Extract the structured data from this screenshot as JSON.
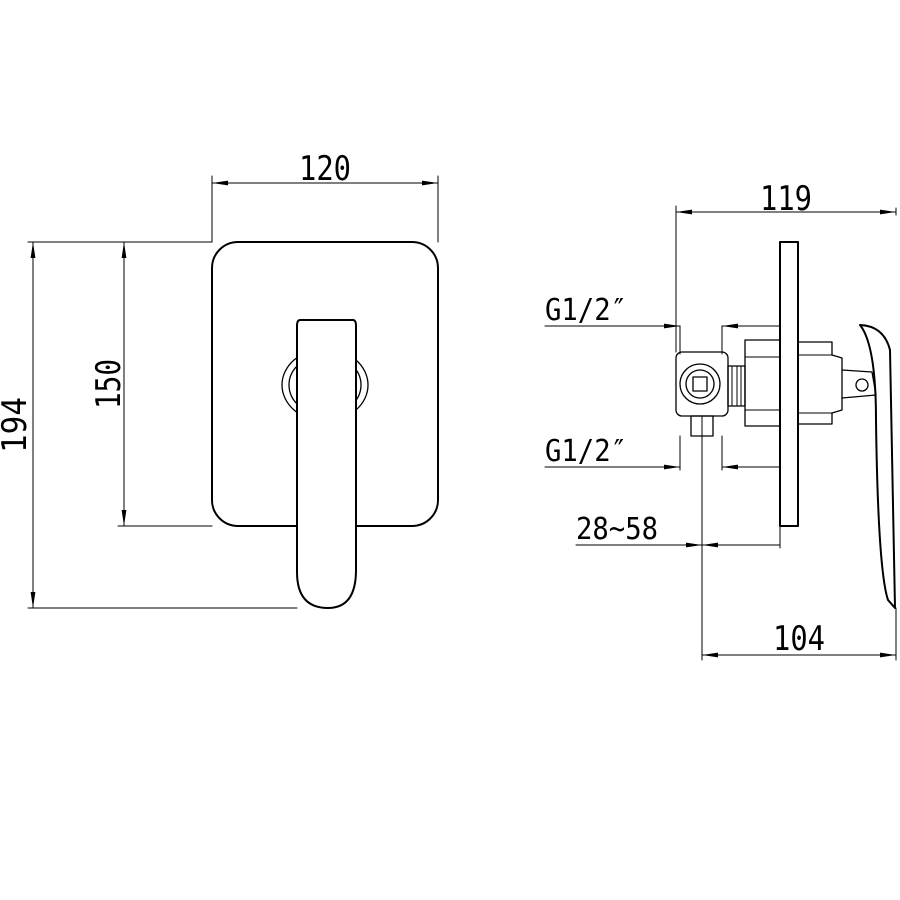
{
  "front_view": {
    "width_label": "120",
    "height_plate_label": "150",
    "height_total_label": "194"
  },
  "side_view": {
    "depth_total_label": "119",
    "thread_top_label": "G1/2″",
    "thread_bottom_label": "G1/2″",
    "wall_range_label": "28~58",
    "depth_body_label": "104"
  }
}
